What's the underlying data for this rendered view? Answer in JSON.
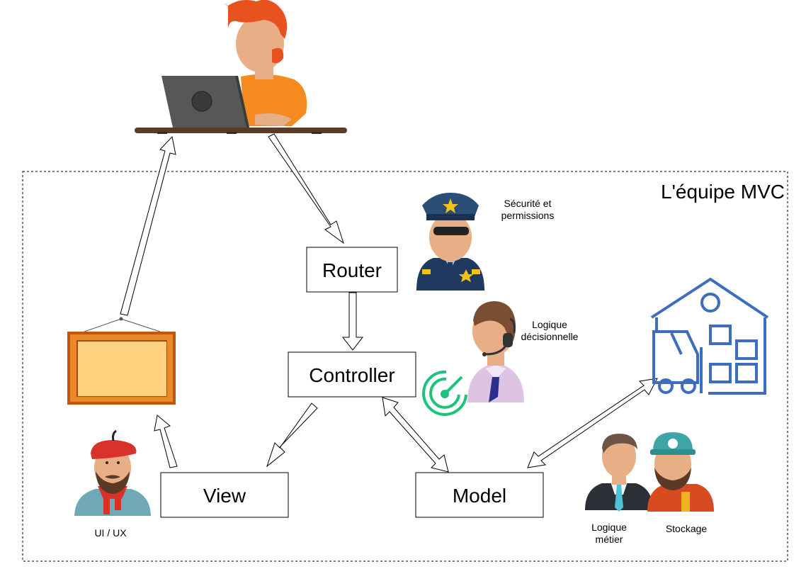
{
  "team_title": "L'équipe MVC",
  "nodes": {
    "router": "Router",
    "controller": "Controller",
    "view": "View",
    "model": "Model"
  },
  "roles": {
    "security_line1": "Sécurité et",
    "security_line2": "permissions",
    "decision_line1": "Logique",
    "decision_line2": "décisionnelle",
    "uiux": "UI / UX",
    "business_line1": "Logique",
    "business_line2": "métier",
    "storage": "Stockage"
  },
  "colors": {
    "arrow_fill": "#ffffff",
    "stroke": "#000000",
    "warehouse_blue": "#3c6dc0",
    "radar_green": "#1ec27a",
    "frame_orange": "#d86a16",
    "frame_inner": "#ffd27f",
    "shirt_orange": "#f58a1f",
    "hair_red": "#e8521f",
    "skin": "#e8ae86"
  }
}
